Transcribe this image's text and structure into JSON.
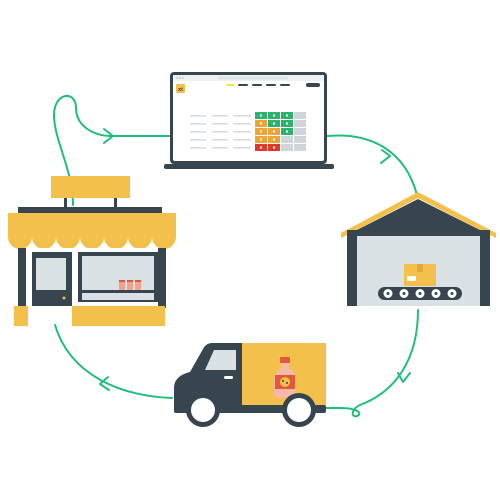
{
  "colors": {
    "flow": "#1fbf7a",
    "dark": "#37454f",
    "yellow": "#f3c04c",
    "light": "#d9e1e5",
    "cell_green": "#2db36b",
    "cell_orange": "#f0a437",
    "cell_red": "#e03a2b",
    "cell_grey": "#cfd6da",
    "bottle_label": "#e05a3a"
  },
  "nodes": [
    {
      "name": "laptop-dashboard",
      "icon": "laptop-icon"
    },
    {
      "name": "warehouse",
      "icon": "warehouse-icon"
    },
    {
      "name": "delivery-truck",
      "icon": "truck-icon"
    },
    {
      "name": "storefront",
      "icon": "shop-icon"
    }
  ],
  "dashboard": {
    "logo_text": "xt",
    "grid": [
      [
        "green",
        "green",
        "green",
        "grey"
      ],
      [
        "orange",
        "green",
        "green",
        "grey"
      ],
      [
        "orange",
        "orange",
        "green",
        "grey"
      ],
      [
        "orange",
        "orange",
        "grey",
        "grey"
      ],
      [
        "red",
        "red",
        "grey",
        "grey"
      ]
    ]
  },
  "cycle": [
    "laptop-dashboard",
    "warehouse",
    "delivery-truck",
    "storefront"
  ]
}
